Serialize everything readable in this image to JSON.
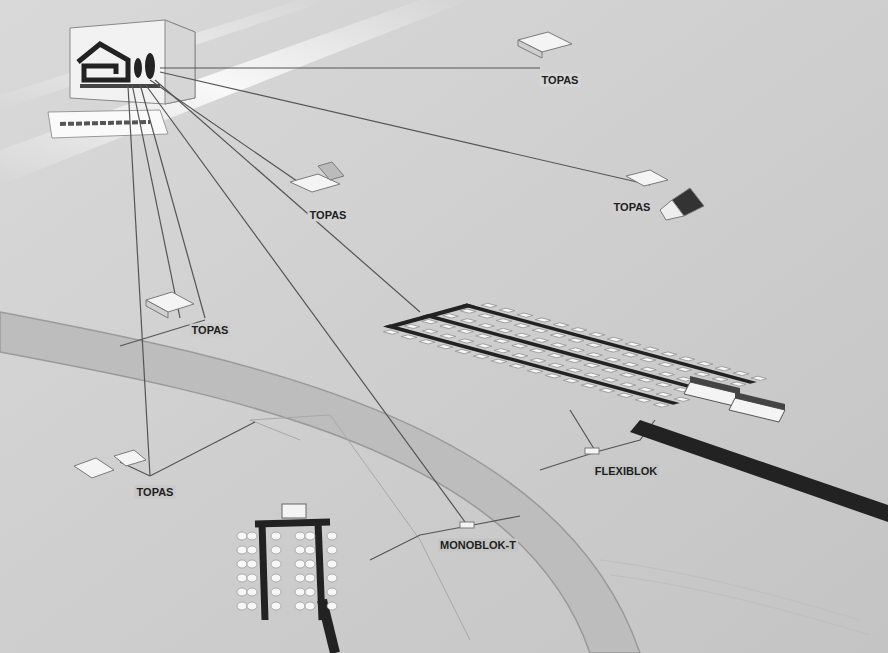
{
  "diagram": {
    "labels": [
      "TOPAS",
      "TOPAS",
      "TOPAS",
      "TOPAS",
      "TOPAS",
      "FLEXIBLOK",
      "MONOBLOK-T"
    ]
  }
}
